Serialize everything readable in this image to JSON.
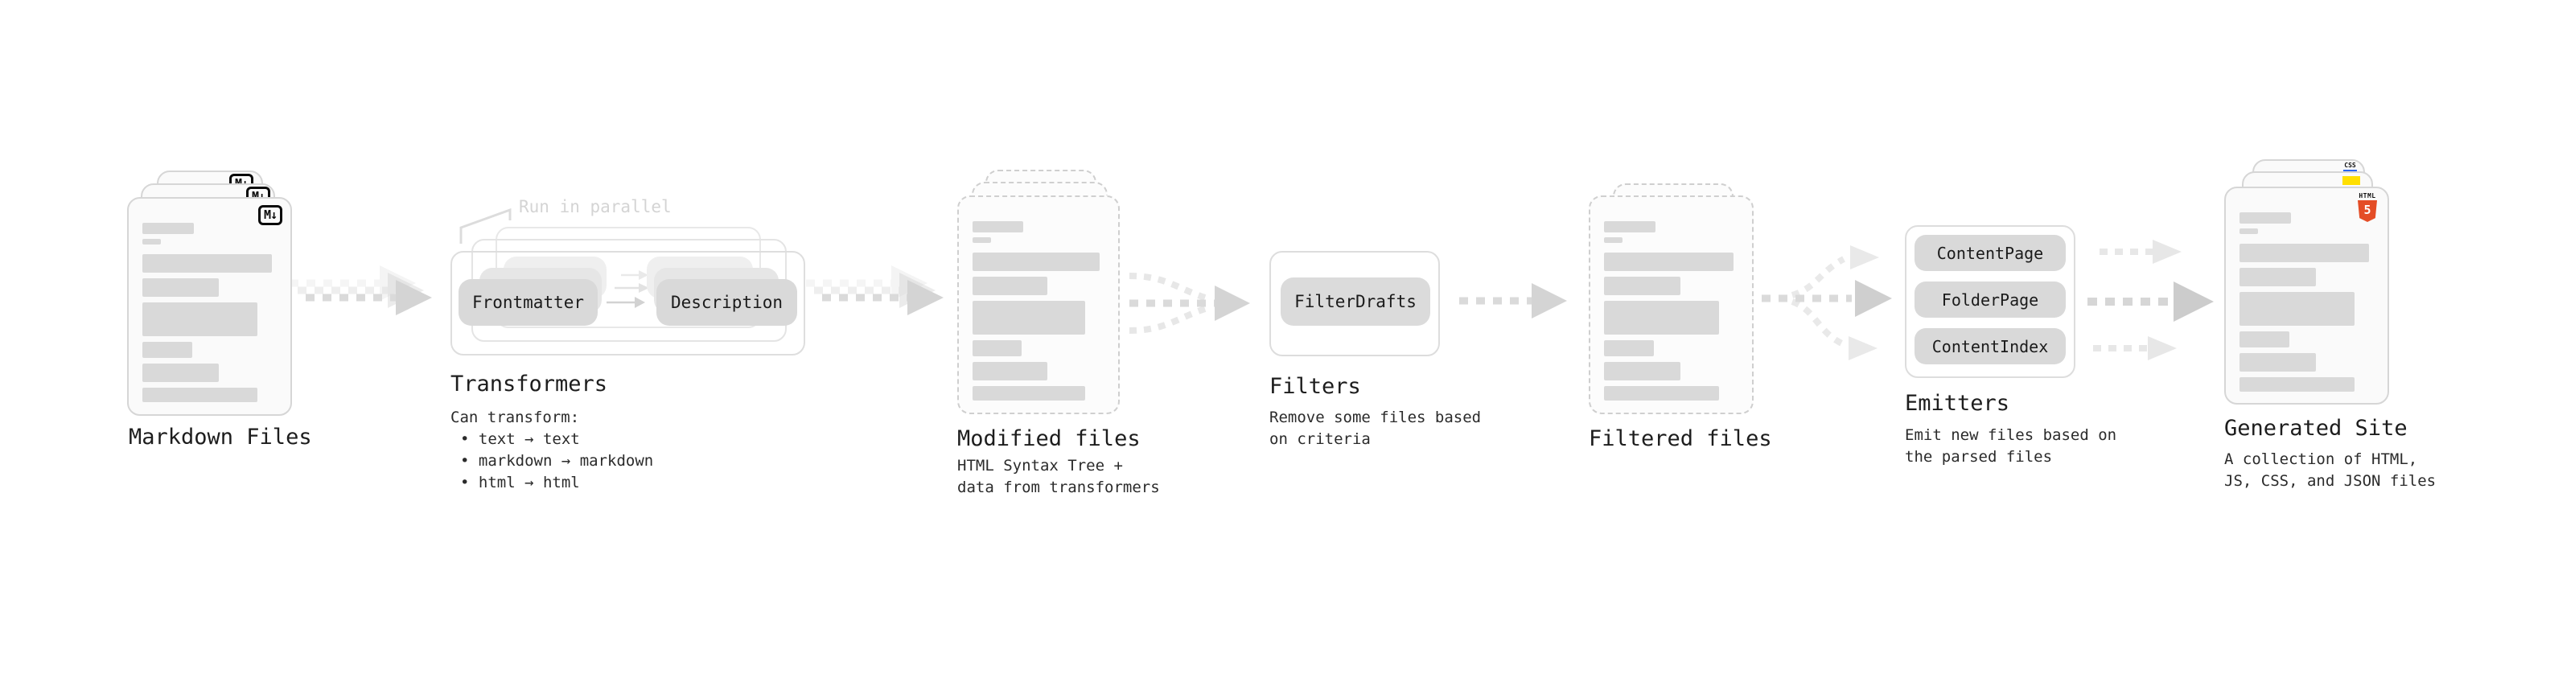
{
  "stages": [
    {
      "id": "markdown-files",
      "label": "Markdown Files"
    },
    {
      "id": "transformers",
      "label": "Transformers",
      "annotation": "Run in parallel",
      "pills": [
        "Frontmatter",
        "Description"
      ],
      "sub": [
        "Can transform:",
        "• text → text",
        "• markdown → markdown",
        "• html → html"
      ]
    },
    {
      "id": "modified-files",
      "label": "Modified files",
      "sub": [
        "HTML Syntax Tree +",
        "data from transformers"
      ]
    },
    {
      "id": "filters",
      "label": "Filters",
      "pills": [
        "FilterDrafts"
      ],
      "sub": [
        "Remove some files based",
        "on criteria"
      ]
    },
    {
      "id": "filtered-files",
      "label": "Filtered files"
    },
    {
      "id": "emitters",
      "label": "Emitters",
      "pills": [
        "ContentPage",
        "FolderPage",
        "ContentIndex"
      ],
      "sub": [
        "Emit new files based on",
        "the parsed files"
      ]
    },
    {
      "id": "generated-site",
      "label": "Generated Site",
      "sub": [
        "A collection of HTML,",
        "JS, CSS, and JSON files"
      ]
    }
  ],
  "badges": {
    "markdown": "M↓",
    "css": "CSS",
    "html_label": "HTML",
    "html_number": "5"
  },
  "colors": {
    "html_orange": "#e44d26",
    "js_yellow": "#ffdf00",
    "css_blue": "#2965f1",
    "pill_gray": "#d9d9d9",
    "arrow_gray": "#d9d9d9"
  }
}
